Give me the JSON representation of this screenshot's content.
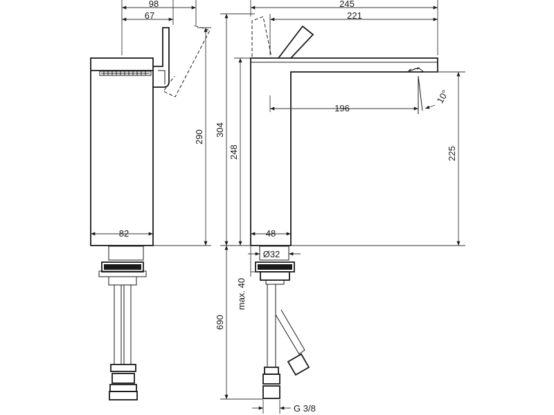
{
  "dimensions": {
    "side_width_total": "98",
    "side_handle_offset": "67",
    "side_height_total": "290",
    "side_body_width": "82",
    "front_total_length": "245",
    "front_spout_length": "221",
    "front_height_total": "304",
    "front_body_height": "248",
    "spout_reach": "196",
    "spout_angle": "10°",
    "outlet_height": "225",
    "body_width": "48",
    "shank_diameter": "Ø32",
    "max_counter_thickness": "max. 40",
    "hose_length": "690",
    "connection_thread": "G 3/8"
  }
}
